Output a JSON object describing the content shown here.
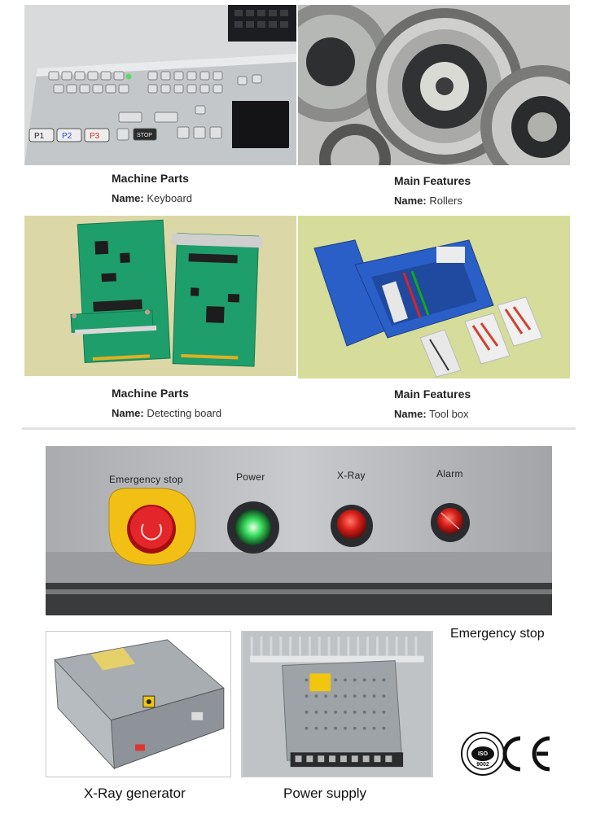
{
  "cards": [
    {
      "title": "Machine Parts",
      "name_label": "Name:",
      "name_value": "Keyboard"
    },
    {
      "title": "Main Features",
      "name_label": "Name:",
      "name_value": "Rollers"
    },
    {
      "title": "Machine Parts",
      "name_label": "Name:",
      "name_value": "Detecting board"
    },
    {
      "title": "Main Features",
      "name_label": "Name:",
      "name_value": "Tool box"
    }
  ],
  "keyboard": {
    "keys": [
      "P1",
      "P2",
      "P3",
      "STOP"
    ]
  },
  "panel": {
    "labels": [
      "Emergency stop",
      "Power",
      "X-Ray",
      "Alarm"
    ],
    "caption": "Emergency stop"
  },
  "bottom": {
    "generator_caption": "X-Ray generator",
    "power_caption": "Power supply"
  },
  "colors": {
    "board_green": "#1e9e6a",
    "toolbox_blue": "#2a5fc8",
    "power_lamp": "#3ce060",
    "xray_lamp": "#d8201a",
    "estop_yellow": "#f2c014"
  }
}
